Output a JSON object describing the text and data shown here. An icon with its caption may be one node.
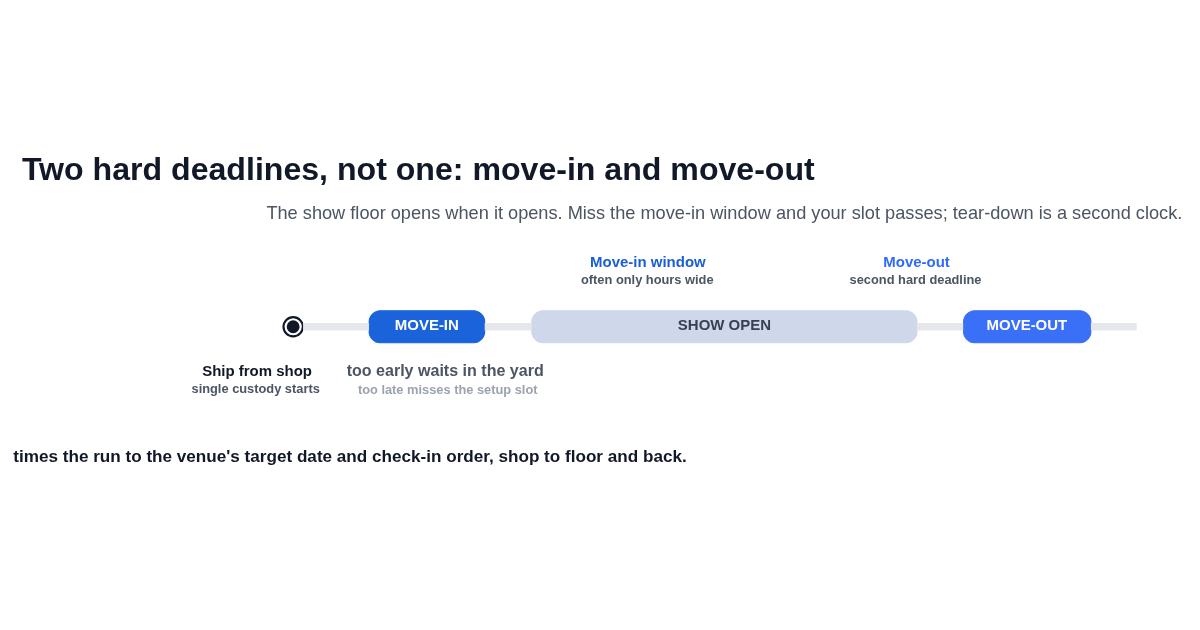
{
  "diagram": {
    "title": "Two hard deadlines, not one: move-in and move-out",
    "nodes": [
      {
        "text": [],
        "shape": "circle",
        "beside": [
          "Ship from shop",
          "single custody starts"
        ]
      },
      {
        "text": [
          "MOVE-IN"
        ],
        "beside": [
          "Move-in window",
          "often only hours wide",
          "too early waits in the yard",
          "too late misses the setup slot"
        ]
      },
      {
        "text": [
          "SHOW OPEN"
        ]
      },
      {
        "text": [
          "MOVE-OUT"
        ],
        "beside": [
          "Move-out",
          "second hard deadline"
        ]
      }
    ],
    "edges": [
      {
        "from": 0,
        "to": 1,
        "arrow": "none"
      },
      {
        "from": 1,
        "to": 2,
        "arrow": "none"
      },
      {
        "from": 2,
        "to": 3,
        "arrow": "none"
      },
      {
        "from": 3,
        "to": null,
        "arrow": "none"
      }
    ],
    "labels": [
      "The show floor opens when it opens. Miss the move-in window and your slot passes; tear-down is a second clock.",
      "times the run to the venue's target date and check-in order, shop to floor and back."
    ]
  }
}
